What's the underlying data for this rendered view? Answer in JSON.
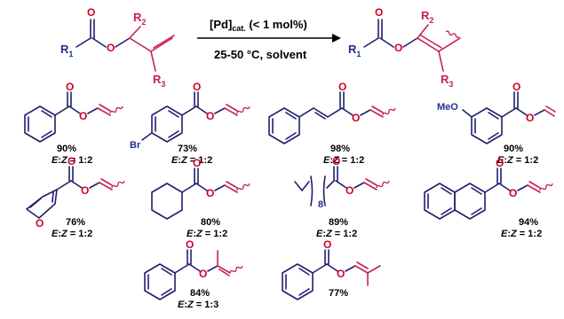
{
  "reaction": {
    "reactant": {
      "r1": "R",
      "r1_sub": "1",
      "r2": "R",
      "r2_sub": "2",
      "r3": "R",
      "r3_sub": "3",
      "o": "O"
    },
    "product": {
      "r1": "R",
      "r1_sub": "1",
      "r2": "R",
      "r2_sub": "2",
      "r3": "R",
      "r3_sub": "3",
      "o": "O"
    },
    "catalyst": "[Pd]",
    "catalyst_sub": "cat.",
    "loading": "(< 1 mol%)",
    "conditions": "25-50 °C, solvent"
  },
  "substituents": {
    "br": "Br",
    "meo": "MeO",
    "n8": "8"
  },
  "examples": [
    {
      "yield": "90%",
      "ez": "1:2"
    },
    {
      "yield": "73%",
      "ez": "1:2"
    },
    {
      "yield": "98%",
      "ez": "1:2"
    },
    {
      "yield": "90%",
      "ez": "1:2"
    },
    {
      "yield": "76%",
      "ez": "1:2"
    },
    {
      "yield": "80%",
      "ez": "1:2"
    },
    {
      "yield": "89%",
      "ez": "1:2"
    },
    {
      "yield": "94%",
      "ez": "1:2"
    },
    {
      "yield": "84%",
      "ez": "1:3"
    },
    {
      "yield": "77%"
    }
  ],
  "ez_label": {
    "e": "E",
    "sep": ":",
    "z": "Z",
    "eq": " = "
  },
  "colors": {
    "bond": "#1f1f6e",
    "accent": "#c41e5a",
    "oxygen": "#d0002a",
    "r_group": "#1f2f8f"
  }
}
